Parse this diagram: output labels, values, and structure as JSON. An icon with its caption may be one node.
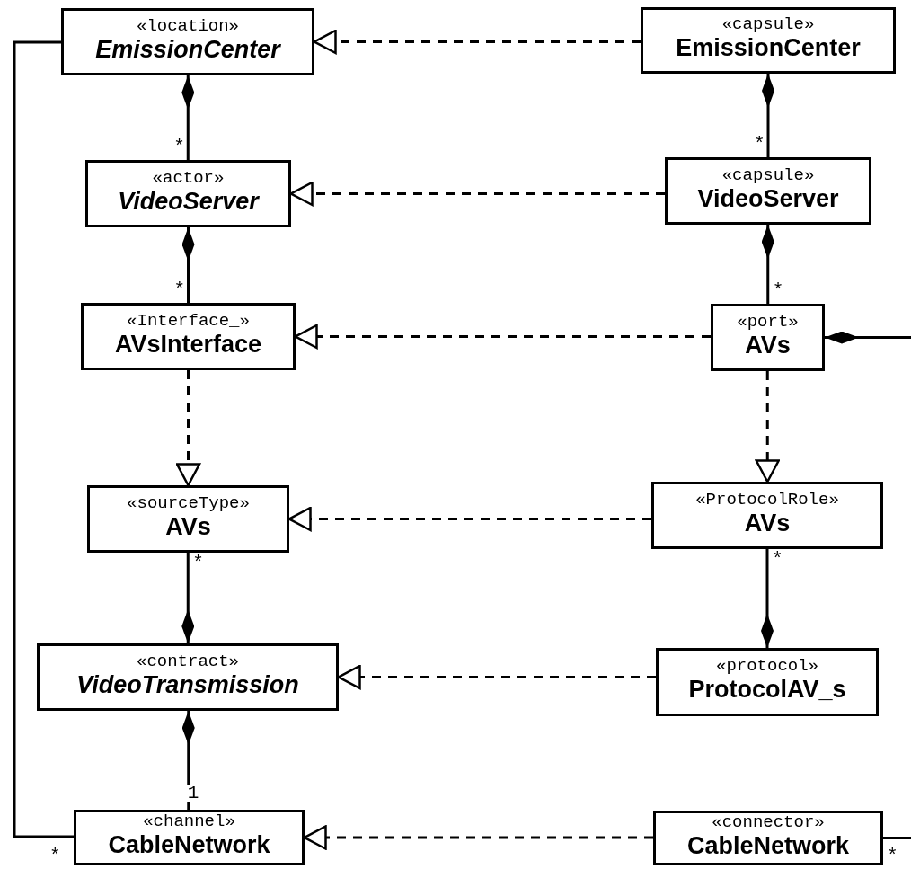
{
  "diagram": {
    "nodes": [
      {
        "text": [
          "«location»",
          "EmissionCenter"
        ]
      },
      {
        "text": [
          "«capsule»",
          "EmissionCenter"
        ]
      },
      {
        "text": [
          "«actor»",
          "VideoServer"
        ]
      },
      {
        "text": [
          "«capsule»",
          "VideoServer"
        ]
      },
      {
        "text": [
          "«Interface_»",
          "AVsInterface"
        ]
      },
      {
        "text": [
          "«port»",
          "AVs"
        ]
      },
      {
        "text": [
          "«sourceType»",
          "AVs"
        ]
      },
      {
        "text": [
          "«ProtocolRole»",
          "AVs"
        ]
      },
      {
        "text": [
          "«contract»",
          "VideoTransmission"
        ]
      },
      {
        "text": [
          "«protocol»",
          "ProtocolAV_s"
        ]
      },
      {
        "text": [
          "«channel»",
          "CableNetwork"
        ]
      },
      {
        "text": [
          "«connector»",
          "CableNetwork"
        ]
      }
    ],
    "edges": [
      {
        "from": 1,
        "to": 0,
        "arrow": "to",
        "style": "dashed"
      },
      {
        "from": 0,
        "to": 2,
        "arrow": "other",
        "label": "*"
      },
      {
        "from": 1,
        "to": 3,
        "arrow": "other",
        "label": "*"
      },
      {
        "from": 3,
        "to": 2,
        "arrow": "to",
        "style": "dashed"
      },
      {
        "from": 2,
        "to": 4,
        "arrow": "other",
        "label": "*"
      },
      {
        "from": 3,
        "to": 5,
        "arrow": "other",
        "label": "*"
      },
      {
        "from": 5,
        "to": 4,
        "arrow": "to",
        "style": "dashed"
      },
      {
        "from": 5,
        "to": null,
        "arrow": "other"
      },
      {
        "from": 4,
        "to": 6,
        "arrow": "to",
        "style": "dashed"
      },
      {
        "from": 5,
        "to": 7,
        "arrow": "to",
        "style": "dashed"
      },
      {
        "from": 7,
        "to": 6,
        "arrow": "to",
        "style": "dashed"
      },
      {
        "from": 8,
        "to": 6,
        "arrow": "other",
        "label": "*"
      },
      {
        "from": 9,
        "to": 7,
        "arrow": "other",
        "label": "*"
      },
      {
        "from": 9,
        "to": 8,
        "arrow": "to",
        "style": "dashed"
      },
      {
        "from": 8,
        "to": 10,
        "arrow": "other",
        "label": "1"
      },
      {
        "from": 0,
        "to": 10,
        "arrow": "none",
        "label": "*"
      },
      {
        "from": 11,
        "to": 10,
        "arrow": "to",
        "style": "dashed"
      },
      {
        "from": 11,
        "to": null,
        "arrow": "none",
        "label": "*"
      }
    ]
  }
}
